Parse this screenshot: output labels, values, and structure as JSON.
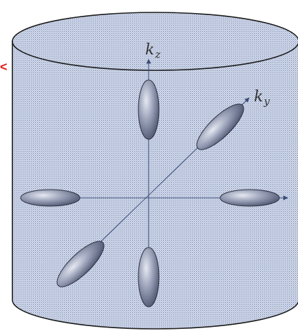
{
  "diagram": {
    "axes": {
      "kz": {
        "symbol": "k",
        "subscript": "z"
      },
      "ky": {
        "symbol": "k",
        "subscript": "y"
      }
    },
    "edge_marker": {
      "glyph": "<",
      "color": "#e31b1b"
    },
    "colors": {
      "cylinder_fill": "#c9d3e6",
      "cylinder_dot": "#6f7fa8",
      "cylinder_stroke": "#1a1a1a",
      "axis_line": "#3a4c78",
      "ellipsoid_light": "#dfe3ee",
      "ellipsoid_dark": "#4c5473",
      "ellipsoid_stroke": "#2b2f3f"
    },
    "lobes": [
      {
        "name": "kz-positive-lobe"
      },
      {
        "name": "kz-negative-lobe"
      },
      {
        "name": "kx-negative-lobe"
      },
      {
        "name": "kx-positive-lobe"
      },
      {
        "name": "ky-positive-lobe"
      },
      {
        "name": "ky-negative-lobe"
      }
    ]
  }
}
